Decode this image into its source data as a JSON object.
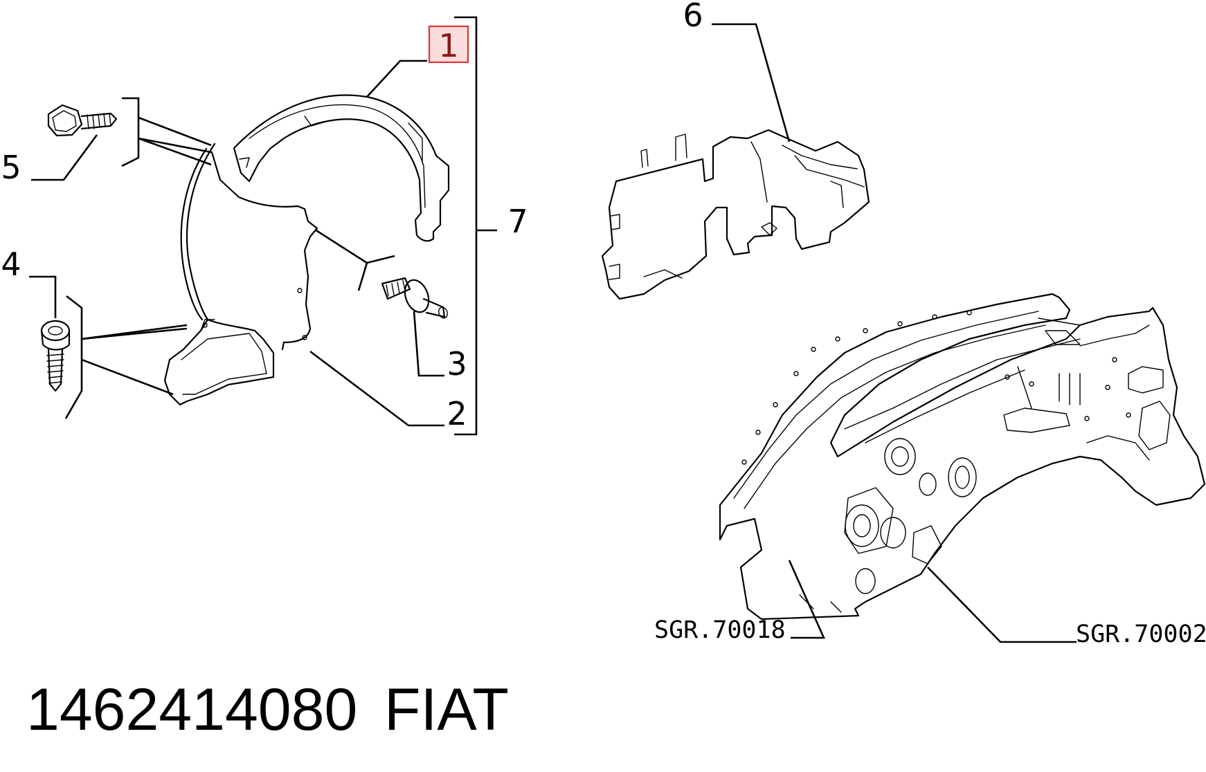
{
  "diagram": {
    "callouts": {
      "c1": "1",
      "c2": "2",
      "c3": "3",
      "c4": "4",
      "c5": "5",
      "c6": "6",
      "c7": "7"
    },
    "highlighted_callout": "1",
    "highlight_color": "#fadcdc",
    "highlight_border_color": "#d33333",
    "references": {
      "ref_a": "SGR.70018",
      "ref_b": "SGR.70002"
    },
    "footer": {
      "part_number": "1462414080",
      "brand": "FIAT"
    }
  }
}
